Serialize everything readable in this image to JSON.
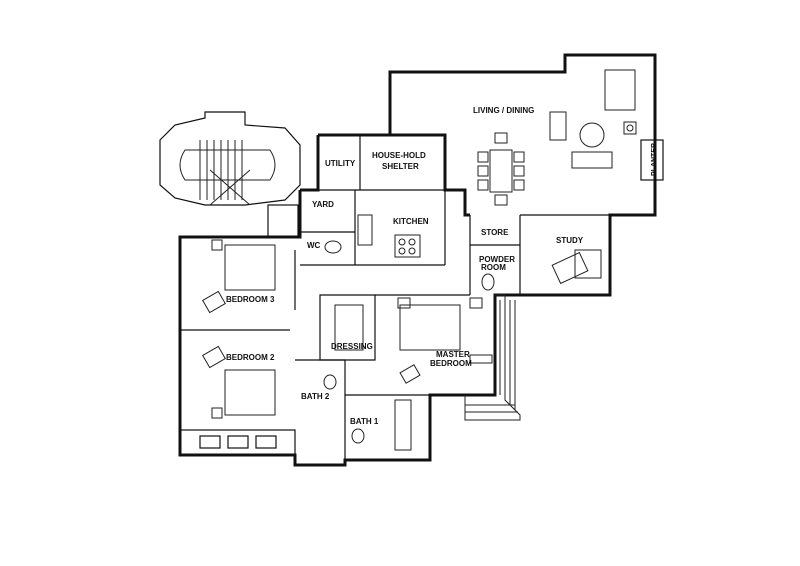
{
  "floor_plan": {
    "rooms": {
      "living_dining": "LIVING / DINING",
      "utility": "UTILITY",
      "shelter_line1": "HOUSE-HOLD",
      "shelter_line2": "SHELTER",
      "yard": "YARD",
      "kitchen": "KITCHEN",
      "wc": "WC",
      "store": "STORE",
      "study": "STUDY",
      "planter": "PLANTER",
      "powder_line1": "POWDER",
      "powder_line2": "ROOM",
      "bedroom3": "BEDROOM 3",
      "bedroom2": "BEDROOM 2",
      "dressing": "DRESSING",
      "master_line1": "MASTER",
      "master_line2": "BEDROOM",
      "bath2": "BATH 2",
      "bath1": "BATH 1"
    }
  }
}
